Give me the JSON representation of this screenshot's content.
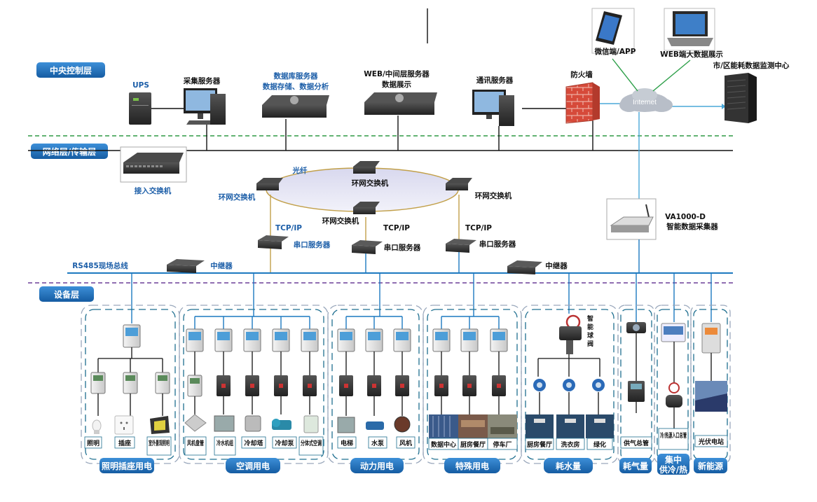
{
  "layers": {
    "central": "中央控制层",
    "network": "网络层/传输层",
    "device": "设备层"
  },
  "central": {
    "ups": "UPS",
    "collect_server": "采集服务器",
    "db_server_line1": "数据库服务器",
    "db_server_line2": "数据存储、数据分析",
    "web_server_line1": "WEB/中间层服务器",
    "web_server_line2": "数据展示",
    "comm_server": "通讯服务器",
    "firewall": "防火墙",
    "internet": "Internet",
    "wechat_app": "微信端/APP",
    "web_bigdata": "WEB端大数据展示",
    "city_center": "市/区能耗数据监测中心"
  },
  "network": {
    "access_switch": "接入交换机",
    "fiber": "光纤",
    "ring_switch": "环网交换机",
    "tcpip": "TCP/IP",
    "serial_server": "串口服务器",
    "va_line1": "VA1000-D",
    "va_line2": "智能数据采集器",
    "rs485": "RS485现场总线",
    "repeater": "中继器"
  },
  "device": {
    "lighting": {
      "title": "照明插座用电",
      "items": [
        "照明",
        "插座",
        "室外景观照明"
      ]
    },
    "hvac": {
      "title": "空调用电",
      "items": [
        "风机盘管",
        "冷水机组",
        "冷却塔",
        "冷却泵",
        "分体式空调"
      ]
    },
    "power": {
      "title": "动力用电",
      "items": [
        "电梯",
        "水泵",
        "风机"
      ]
    },
    "special": {
      "title": "特殊用电",
      "items": [
        "数据中心",
        "厨房餐厅",
        "停车厂"
      ]
    },
    "water": {
      "title": "耗水量",
      "items": [
        "厨房餐厅",
        "洗衣房",
        "绿化"
      ],
      "valve": "智能球阀"
    },
    "gas": {
      "title": "耗气量",
      "items": [
        "供气总管"
      ]
    },
    "heat": {
      "title_line1": "集中",
      "title_line2": "供冷/热",
      "items": [
        "冷/热源入口总管"
      ]
    },
    "newenergy": {
      "title": "新能源",
      "items": [
        "光伏电站"
      ]
    }
  },
  "colors": {
    "pill": "#1976c2",
    "bus": "#1c79c0",
    "dash_green": "#2e9a45",
    "dash_purple": "#6b3f99",
    "ring_fill": "#e4e4f4",
    "ring_stroke": "#c2a04a",
    "cloud_line": "#4aa8d8",
    "wireless_line": "#2ea04a",
    "firewall": "#d64a3a"
  }
}
